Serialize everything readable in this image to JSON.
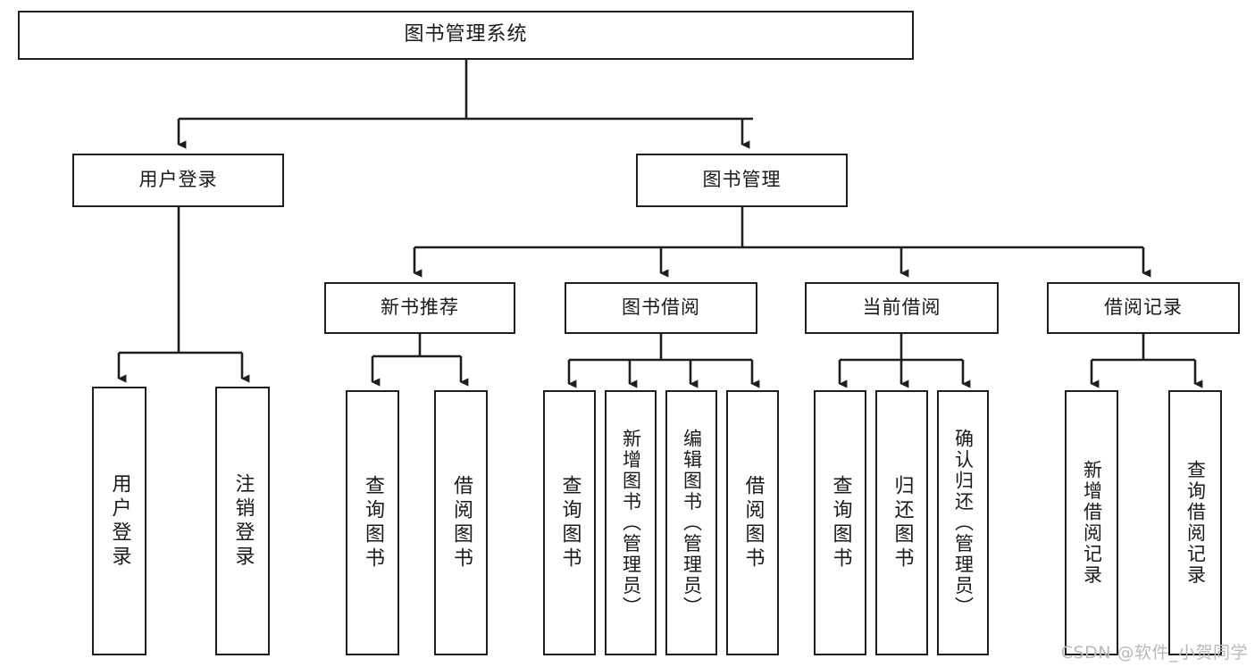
{
  "diagram": {
    "type": "tree",
    "title": "图书管理系统",
    "style": {
      "box_stroke": "#1e1e1e",
      "box_fill": "#ffffff",
      "edge_color": "#1e1e1e",
      "background": "#ffffff"
    },
    "root": {
      "label": "图书管理系统"
    },
    "level2": [
      {
        "label": "用户登录"
      },
      {
        "label": "图书管理"
      }
    ],
    "level3": [
      {
        "label": "新书推荐"
      },
      {
        "label": "图书借阅"
      },
      {
        "label": "当前借阅"
      },
      {
        "label": "借阅记录"
      }
    ],
    "leaves": {
      "user_login": [
        {
          "label": "用户登录"
        },
        {
          "label": "注销登录"
        }
      ],
      "new_book_recommend": [
        {
          "label": "查询图书"
        },
        {
          "label": "借阅图书"
        }
      ],
      "book_borrow": [
        {
          "label": "查询图书"
        },
        {
          "label": "新增图书（管理员）"
        },
        {
          "label": "编辑图书（管理员）"
        },
        {
          "label": "借阅图书"
        }
      ],
      "current_borrow": [
        {
          "label": "查询图书"
        },
        {
          "label": "归还图书"
        },
        {
          "label": "确认归还（管理员）"
        }
      ],
      "borrow_record": [
        {
          "label": "新增借阅记录"
        },
        {
          "label": "查询借阅记录"
        }
      ]
    }
  },
  "watermark": {
    "text": "CSDN @软件_小贺同学"
  }
}
